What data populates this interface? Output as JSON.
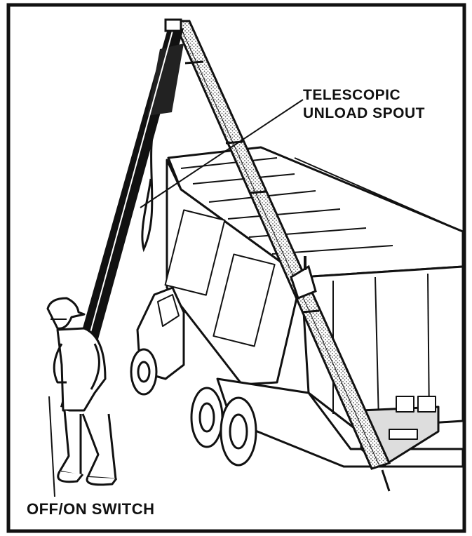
{
  "labels": {
    "spout_line1": "TELESCOPIC",
    "spout_line2": "UNLOAD SPOUT",
    "switch": "OFF/ON SWITCH"
  },
  "colors": {
    "ink": "#111111",
    "paper": "#ffffff",
    "dots": "#bdbdbd"
  }
}
